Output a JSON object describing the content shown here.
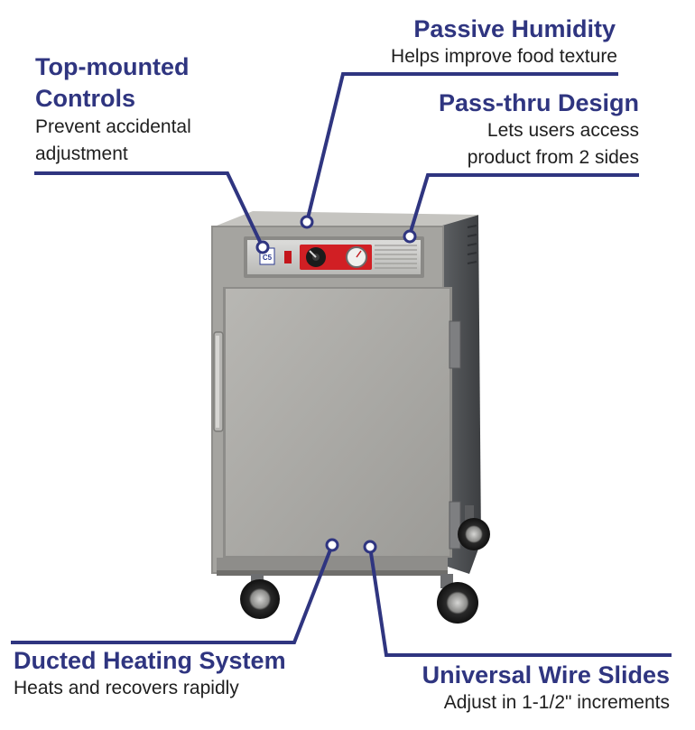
{
  "brand": {
    "accent_color": "#2f3580",
    "text_color": "#1f1f1f"
  },
  "callouts": {
    "top_mounted_controls": {
      "title_line1": "Top-mounted",
      "title_line2": "Controls",
      "desc_line1": "Prevent accidental",
      "desc_line2": "adjustment"
    },
    "passive_humidity": {
      "title": "Passive Humidity",
      "desc": "Helps improve food texture"
    },
    "pass_thru_design": {
      "title": "Pass-thru Design",
      "desc_line1": "Lets users access",
      "desc_line2": "product from 2 sides"
    },
    "ducted_heating": {
      "title": "Ducted Heating System",
      "desc": "Heats and recovers rapidly"
    },
    "universal_wire_slides": {
      "title": "Universal Wire Slides",
      "desc": "Adjust in 1-1/2\" increments"
    }
  },
  "cabinet": {
    "body_color": "#9a9996",
    "door_color": "#a9a8a4",
    "dark_side_color": "#4f5154",
    "control_accent_color": "#d11f24",
    "control_logo_text": "C5"
  }
}
